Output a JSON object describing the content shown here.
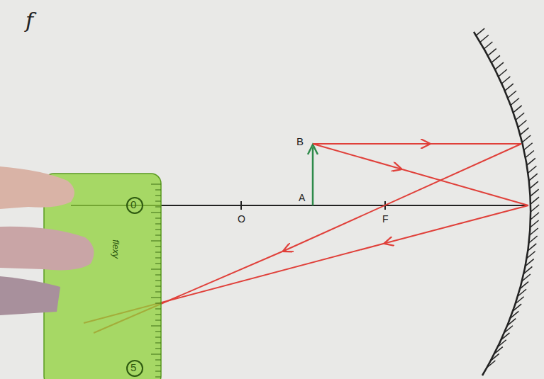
{
  "diagram": {
    "labels": [
      "f",
      "B",
      "A",
      "O",
      "F",
      "0",
      "5",
      "flexy"
    ]
  }
}
